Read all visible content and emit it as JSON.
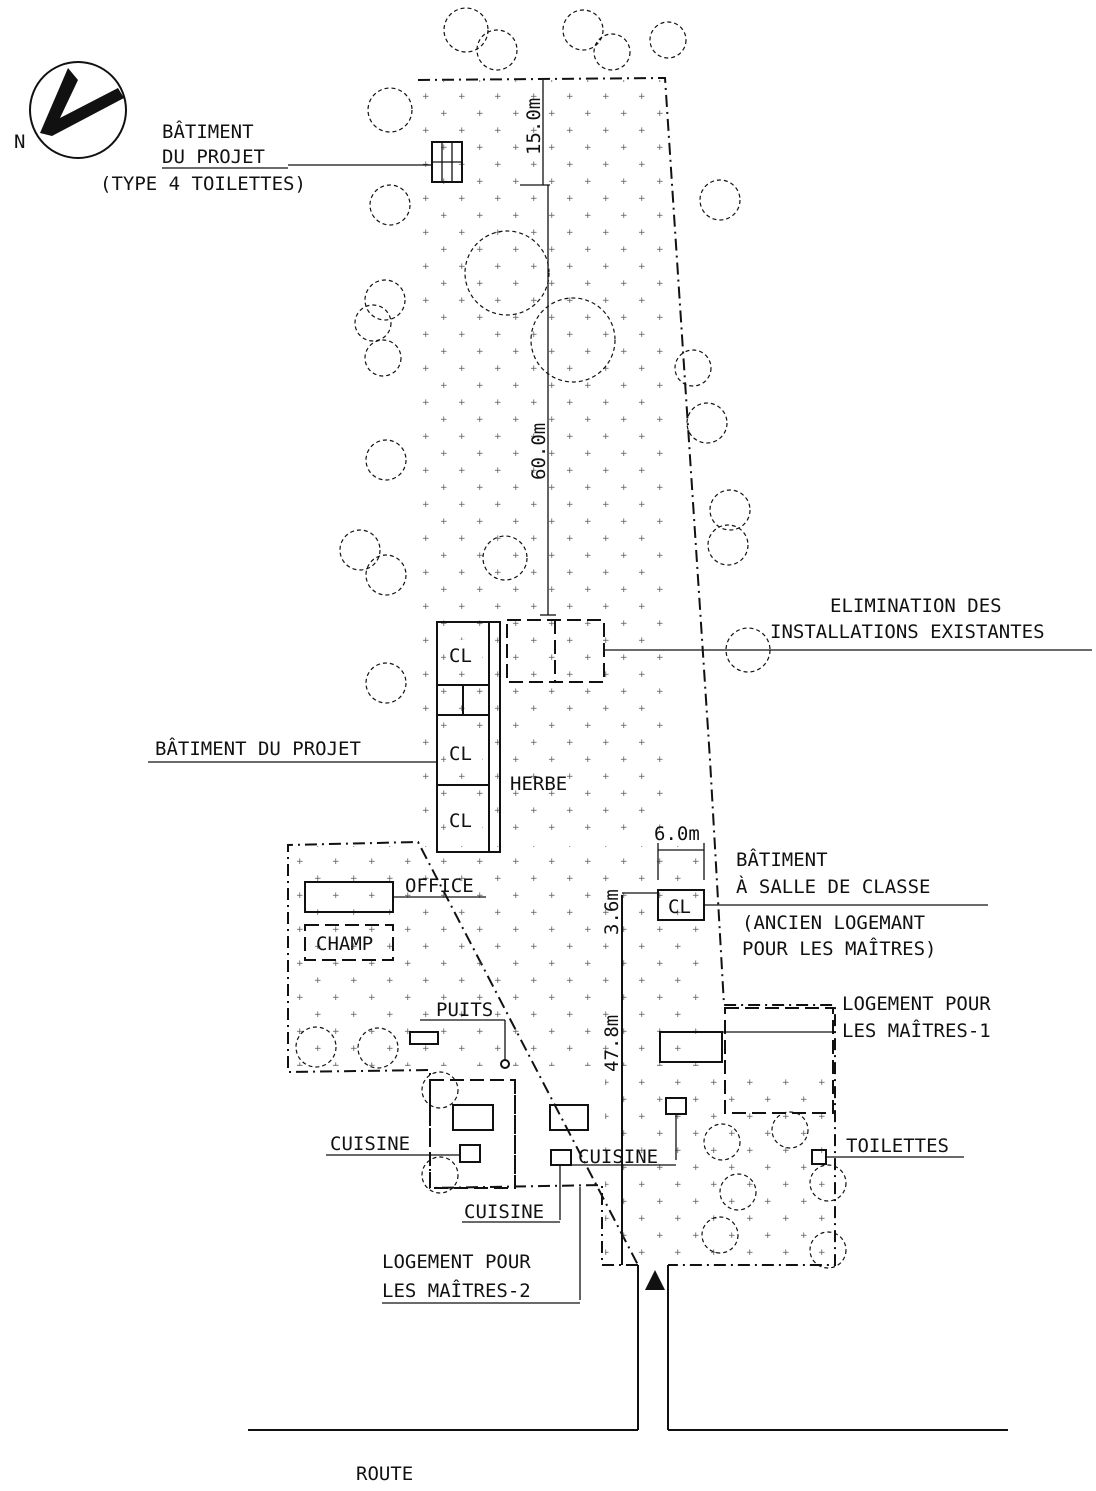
{
  "labels": {
    "batiment_toilettes_l1": "BÂTIMENT",
    "batiment_toilettes_l2": "DU PROJET",
    "batiment_toilettes_l3": "(TYPE 4 TOILETTES)",
    "elimination_l1": "ELIMINATION DES",
    "elimination_l2": "INSTALLATIONS EXISTANTES",
    "batiment_projet": "BÂTIMENT DU PROJET",
    "herbe": "HERBE",
    "cl": "CL",
    "dim_15": "15.0m",
    "dim_60": "60.0m",
    "dim_6": "6.0m",
    "dim_3_6": "3.6m",
    "dim_47_8": "47.8m",
    "batiment_classe_l1": "BÂTIMENT",
    "batiment_classe_l2": "À SALLE DE CLASSE",
    "ancien_l1": "(ANCIEN LOGEMANT",
    "ancien_l2": "POUR LES MAÎTRES)",
    "office": "OFFICE",
    "champ": "CHAMP",
    "puits": "PUITS",
    "logement1_l1": "LOGEMENT POUR",
    "logement1_l2": "LES MAÎTRES-1",
    "cuisine": "CUISINE",
    "toilettes": "TOILETTES",
    "logement2_l1": "LOGEMENT POUR",
    "logement2_l2": "LES MAÎTRES-2",
    "route": "ROUTE",
    "north": "N"
  },
  "icons": {
    "north_arrow": "north-arrow-icon",
    "tree": "tree-icon",
    "entrance": "entrance-triangle-icon"
  }
}
